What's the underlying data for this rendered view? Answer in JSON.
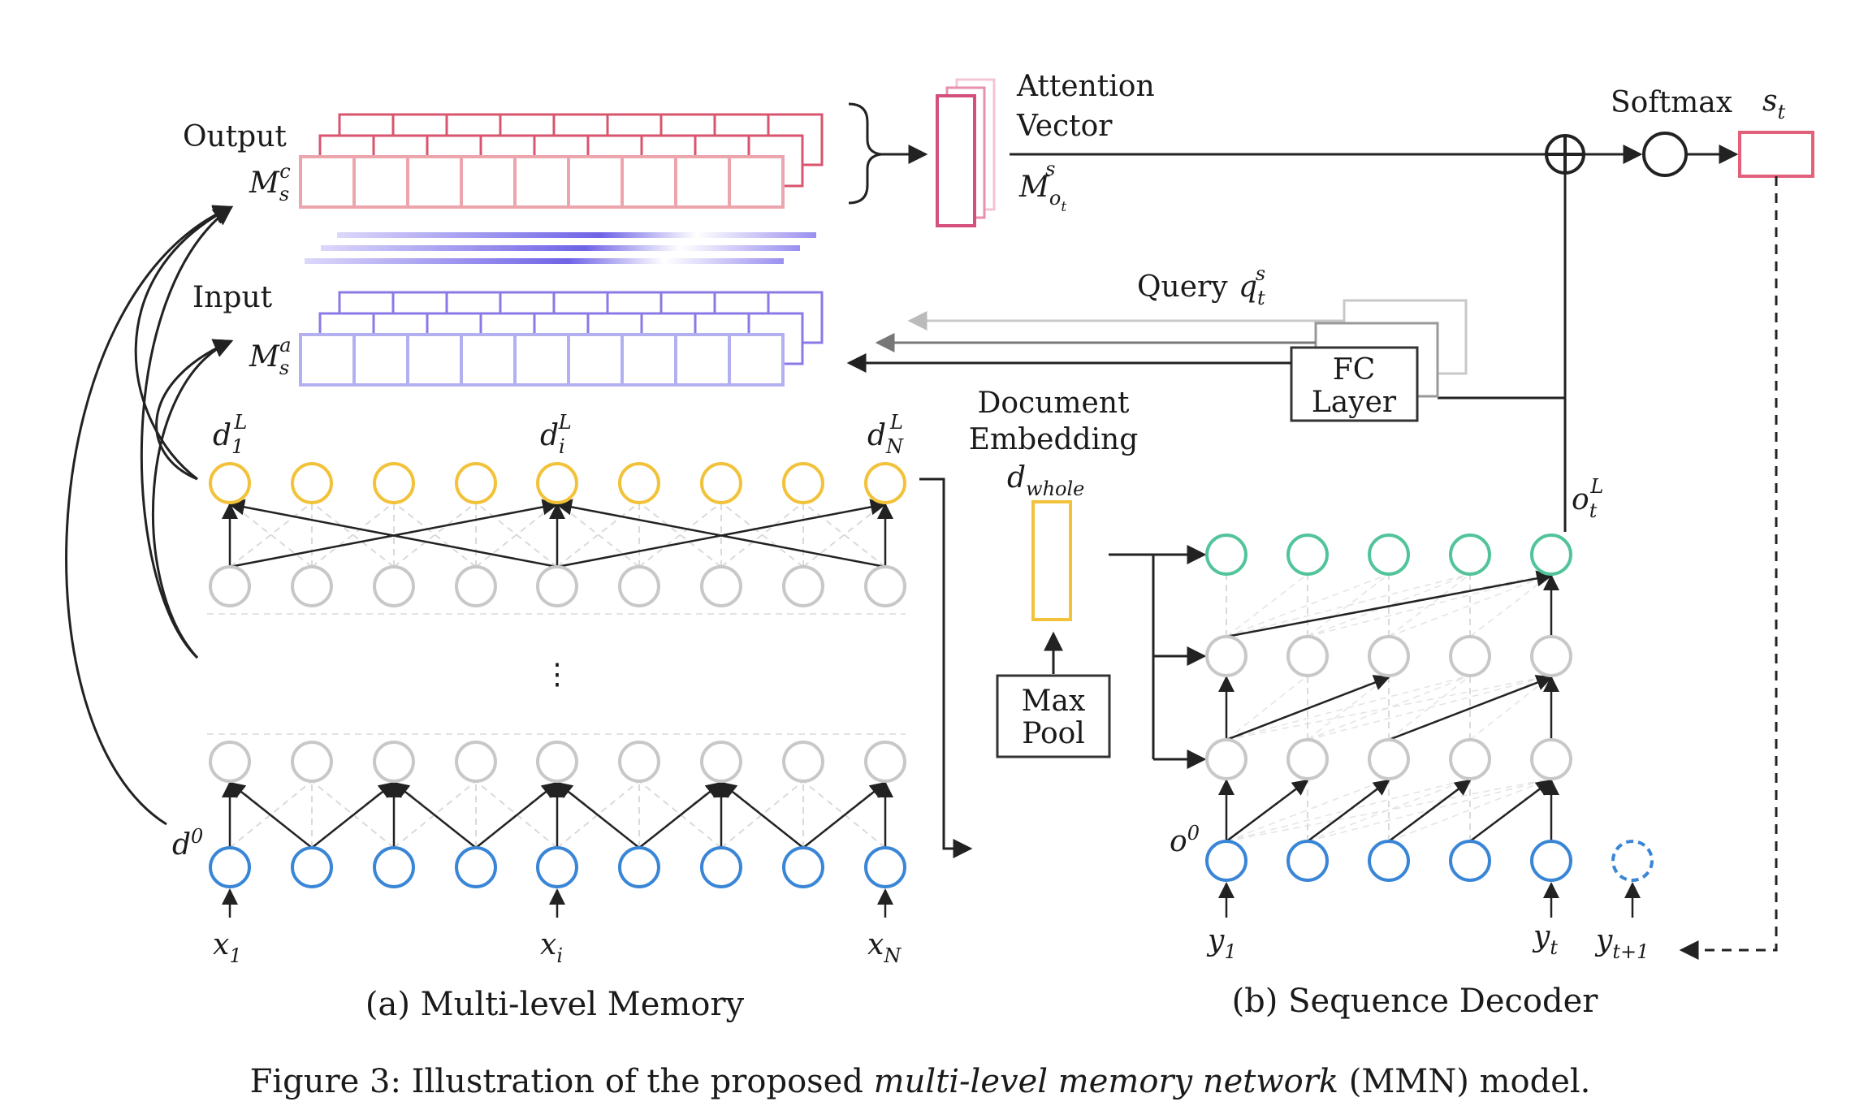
{
  "memory": {
    "output_label": "Output",
    "output_sym": "M",
    "output_sub": "s",
    "output_sup": "c",
    "input_label": "Input",
    "input_sym": "M",
    "input_sub": "s",
    "input_sup": "a"
  },
  "attention": {
    "title_line1": "Attention",
    "title_line2": "Vector",
    "sym": "M",
    "sub": "o",
    "sub2": "t",
    "sup": "s"
  },
  "softmax": {
    "label": "Softmax",
    "out_sym": "s",
    "out_sub": "t"
  },
  "query": {
    "label": "Query",
    "sym": "q",
    "sub": "t",
    "sup": "s"
  },
  "fc": {
    "line1": "FC",
    "line2": "Layer"
  },
  "doc_embedding": {
    "line1": "Document",
    "line2": "Embedding",
    "sym": "d",
    "sub": "whole"
  },
  "maxpool": {
    "line1": "Max",
    "line2": "Pool"
  },
  "encoder": {
    "d1": {
      "sym": "d",
      "sub": "1",
      "sup": "L"
    },
    "di": {
      "sym": "d",
      "sub": "i",
      "sup": "L"
    },
    "dn": {
      "sym": "d",
      "sub": "N",
      "sup": "L"
    },
    "d0": {
      "sym": "d",
      "sup": "0"
    },
    "ellipsis": "⋮",
    "x1": {
      "sym": "x",
      "sub": "1"
    },
    "xi": {
      "sym": "x",
      "sub": "i"
    },
    "xn": {
      "sym": "x",
      "sub": "N"
    }
  },
  "decoder": {
    "o0": {
      "sym": "o",
      "sup": "0"
    },
    "ot": {
      "sym": "o",
      "sub": "t",
      "sup": "L"
    },
    "y1": {
      "sym": "y",
      "sub": "1"
    },
    "yt": {
      "sym": "y",
      "sub": "t"
    },
    "yt1": {
      "sym": "y",
      "sub": "t+1"
    }
  },
  "captions": {
    "a": "(a) Multi-level Memory",
    "b": "(b)  Sequence Decoder",
    "figure_prefix": "Figure 3: Illustration of the proposed ",
    "figure_italic": "multi-level memory network",
    "figure_suffix": " (MMN) model."
  },
  "colors": {
    "output_memory": "#d9546e",
    "output_memory_front": "#eca4ad",
    "input_memory": "#8b7ae6",
    "input_memory_front": "#b3b0f2",
    "attention_vector": "#d4507a",
    "top_nodes": "#f2c23a",
    "hidden_nodes": "#c8c8c8",
    "input_nodes": "#3a86d6",
    "decoder_top_nodes": "#52c49a",
    "lines": "#222222"
  }
}
